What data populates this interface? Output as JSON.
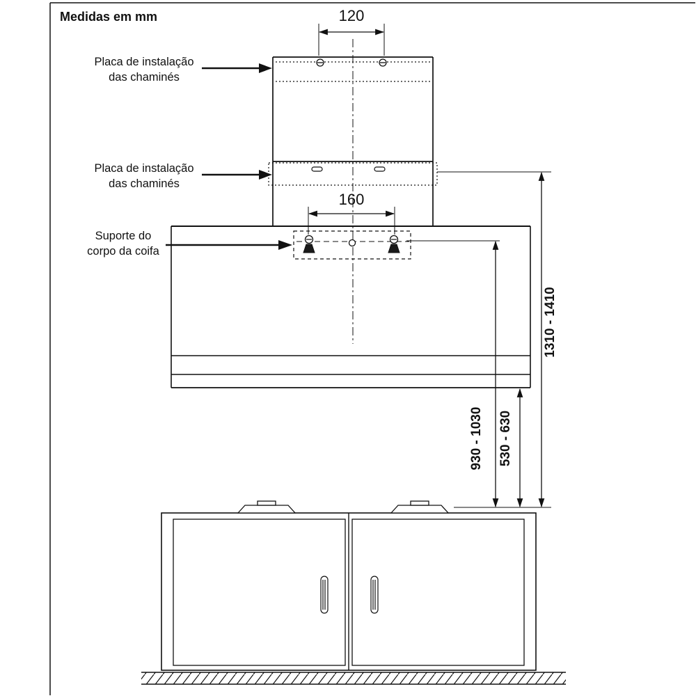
{
  "title": "Medidas em mm",
  "callouts": {
    "plate_top": {
      "line1": "Placa de instalação",
      "line2": "das chaminés"
    },
    "plate_bottom": {
      "line1": "Placa de instalação",
      "line2": "das chaminés"
    },
    "support": {
      "line1": "Suporte do",
      "line2": "corpo da coifa"
    }
  },
  "dimensions": {
    "chimney_hole_spacing": "120",
    "support_hole_spacing": "160",
    "ceiling_to_counter": "1310 - 1410",
    "support_to_counter": "930 - 1030",
    "hood_to_counter": "530 - 630"
  },
  "colors": {
    "line": "#111111",
    "background": "#ffffff"
  }
}
